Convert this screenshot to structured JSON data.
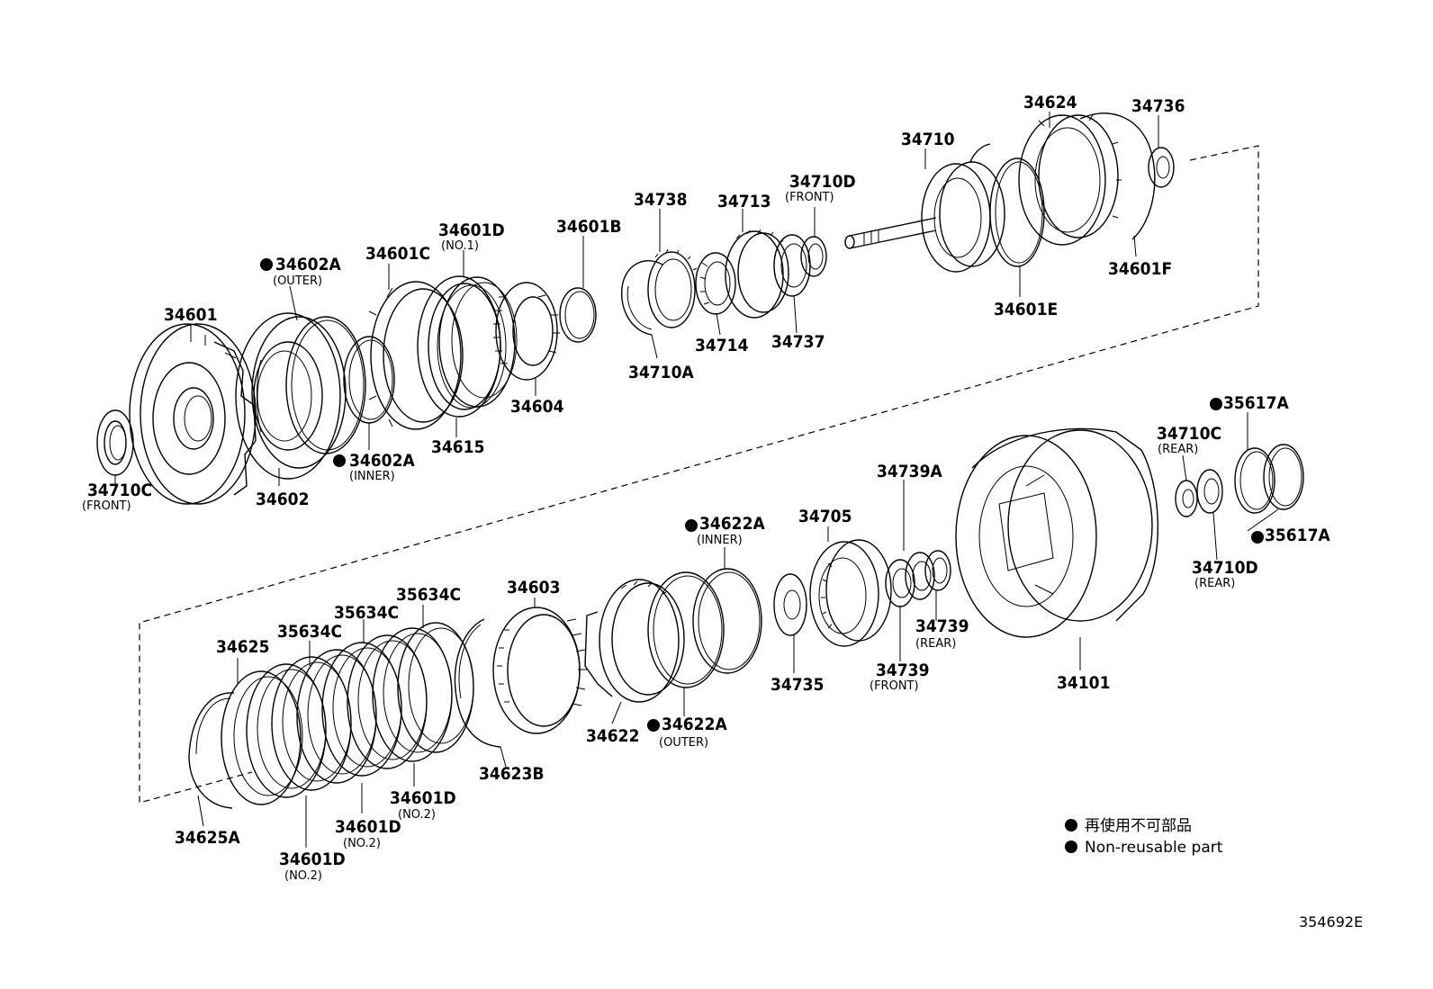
{
  "diagram_id": "354692E",
  "legend": {
    "line_ja": "再使用不可部品",
    "line_en": "Non-reusable part"
  },
  "parts": {
    "p34601": {
      "number": "34601"
    },
    "p34602": {
      "number": "34602"
    },
    "p34602A_outer": {
      "number": "34602A",
      "note": "(OUTER)",
      "non_reusable": true
    },
    "p34602A_inner": {
      "number": "34602A",
      "note": "(INNER)",
      "non_reusable": true
    },
    "p34601C": {
      "number": "34601C"
    },
    "p34601D_no1": {
      "number": "34601D",
      "note": "(NO.1)"
    },
    "p34615": {
      "number": "34615"
    },
    "p34604": {
      "number": "34604"
    },
    "p34601B": {
      "number": "34601B"
    },
    "p34710C_front": {
      "number": "34710C",
      "note": "(FRONT)"
    },
    "p34738": {
      "number": "34738"
    },
    "p34710A": {
      "number": "34710A"
    },
    "p34713": {
      "number": "34713"
    },
    "p34714": {
      "number": "34714"
    },
    "p34710D_front": {
      "number": "34710D",
      "note": "(FRONT)"
    },
    "p34737": {
      "number": "34737"
    },
    "p34710": {
      "number": "34710"
    },
    "p34624": {
      "number": "34624"
    },
    "p34736": {
      "number": "34736"
    },
    "p34601E": {
      "number": "34601E"
    },
    "p34601F": {
      "number": "34601F"
    },
    "p35617A_top": {
      "number": "35617A",
      "non_reusable": true
    },
    "p34710C_rear": {
      "number": "34710C",
      "note": "(REAR)"
    },
    "p35617A_bottom": {
      "number": "35617A",
      "non_reusable": true
    },
    "p34710D_rear": {
      "number": "34710D",
      "note": "(REAR)"
    },
    "p34739A": {
      "number": "34739A"
    },
    "p34705": {
      "number": "34705"
    },
    "p34739_rear": {
      "number": "34739",
      "note": "(REAR)"
    },
    "p34739_front": {
      "number": "34739",
      "note": "(FRONT)"
    },
    "p34735": {
      "number": "34735"
    },
    "p34101": {
      "number": "34101"
    },
    "p34622A_inner": {
      "number": "34622A",
      "note": "(INNER)",
      "non_reusable": true
    },
    "p34622A_outer": {
      "number": "34622A",
      "note": "(OUTER)",
      "non_reusable": true
    },
    "p34622": {
      "number": "34622"
    },
    "p34603": {
      "number": "34603"
    },
    "p34623B": {
      "number": "34623B"
    },
    "p35634C_a": {
      "number": "35634C"
    },
    "p35634C_b": {
      "number": "35634C"
    },
    "p35634C_c": {
      "number": "35634C"
    },
    "p34625": {
      "number": "34625"
    },
    "p34625A": {
      "number": "34625A"
    },
    "p34601D_no2_a": {
      "number": "34601D",
      "note": "(NO.2)"
    },
    "p34601D_no2_b": {
      "number": "34601D",
      "note": "(NO.2)"
    },
    "p34601D_no2_c": {
      "number": "34601D",
      "note": "(NO.2)"
    }
  }
}
